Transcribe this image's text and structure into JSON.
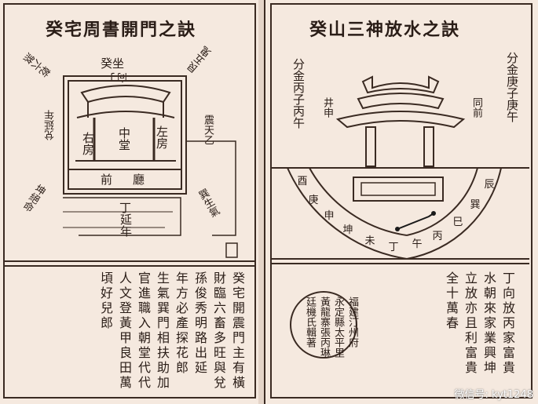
{
  "left": {
    "title": "癸宅周書開門之訣",
    "top_label": "癸坐",
    "top_sub": "向丁",
    "ul_label": "乾六煞",
    "ur_label": "艮五鬼",
    "left_side": "兌延年",
    "right_side": "震天乙",
    "lower_left": "坤絕命",
    "lower_right": "巽生氣",
    "hall_center": "中堂",
    "room_left": "右房",
    "room_right": "左房",
    "front_hall": "前廳",
    "gate": "丁",
    "gate_sub": "延年",
    "verse": [
      "癸宅開震門主有橫",
      "財臨六畜多旺與兌",
      "孫俊秀明路出延",
      "年方必產探花郎",
      "生氣巽門相扶助加",
      "官進職入朝堂代代",
      "人文登黃甲良田萬",
      "頃好兒郎"
    ]
  },
  "right": {
    "title": "癸山三神放水之訣",
    "upper_left_1": "分金丙子丙午",
    "upper_left_2": "井申",
    "upper_right_1": "分金庚子庚午",
    "upper_right_2": "同前",
    "ring": [
      "酉",
      "庚",
      "申",
      "坤",
      "未",
      "丁",
      "午",
      "丙",
      "巳",
      "巽",
      "辰"
    ],
    "verse": [
      "丁向放丙家富貴",
      "水朝來家業興坤",
      "立放亦且利富貴",
      "全十萬春"
    ],
    "seal": [
      "福建汀州府",
      "永定縣太平里",
      "黃龍寨張丙琳",
      "廷機氏輯著"
    ]
  },
  "watermark": "微信号: kyt1248"
}
